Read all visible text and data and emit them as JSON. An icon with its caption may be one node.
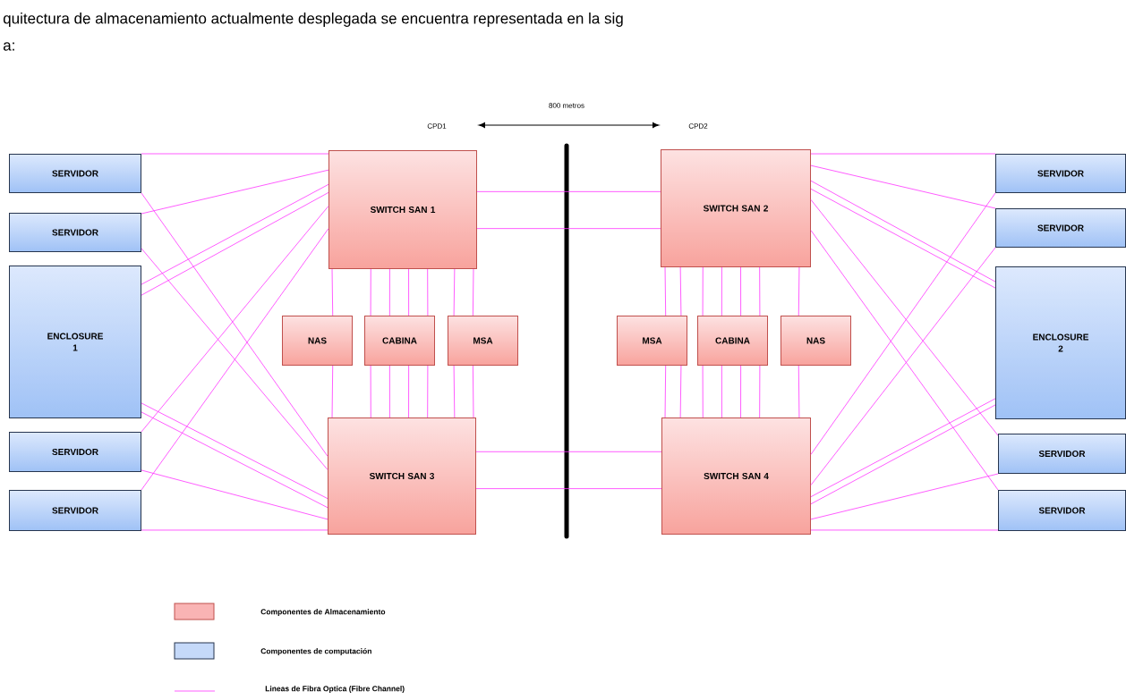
{
  "diagram": {
    "nodes": [
      {
        "text": [
          "SERVIDOR"
        ]
      },
      {
        "text": [
          "SERVIDOR"
        ]
      },
      {
        "text": [
          "ENCLOSURE 1"
        ]
      },
      {
        "text": [
          "SERVIDOR"
        ]
      },
      {
        "text": [
          "SERVIDOR"
        ]
      },
      {
        "text": [
          "SWITCH SAN 1"
        ]
      },
      {
        "text": [
          "SWITCH SAN 2"
        ]
      },
      {
        "text": [
          "NAS"
        ]
      },
      {
        "text": [
          "CABINA"
        ]
      },
      {
        "text": [
          "MSA"
        ]
      },
      {
        "text": [
          "MSA"
        ]
      },
      {
        "text": [
          "CABINA"
        ]
      },
      {
        "text": [
          "NAS"
        ]
      },
      {
        "text": [
          "SWITCH SAN 3"
        ]
      },
      {
        "text": [
          "SWITCH SAN 4"
        ]
      },
      {
        "text": [
          "SERVIDOR"
        ]
      },
      {
        "text": [
          "SERVIDOR"
        ]
      },
      {
        "text": [
          "ENCLOSURE 2"
        ]
      },
      {
        "text": [
          "SERVIDOR"
        ]
      },
      {
        "text": [
          "SERVIDOR"
        ]
      }
    ],
    "edges": [
      {
        "from": 0,
        "to": 5,
        "arrow": "none"
      },
      {
        "from": 0,
        "to": 13,
        "arrow": "none"
      },
      {
        "from": 1,
        "to": 5,
        "arrow": "none"
      },
      {
        "from": 1,
        "to": 13,
        "arrow": "none"
      },
      {
        "from": 2,
        "to": 5,
        "arrow": "none"
      },
      {
        "from": 2,
        "to": 5,
        "arrow": "none"
      },
      {
        "from": 2,
        "to": 13,
        "arrow": "none"
      },
      {
        "from": 2,
        "to": 13,
        "arrow": "none"
      },
      {
        "from": 3,
        "to": 5,
        "arrow": "none"
      },
      {
        "from": 3,
        "to": 13,
        "arrow": "none"
      },
      {
        "from": 4,
        "to": 5,
        "arrow": "none"
      },
      {
        "from": 4,
        "to": 13,
        "arrow": "none"
      },
      {
        "from": 5,
        "to": 6,
        "arrow": "none"
      },
      {
        "from": 5,
        "to": 6,
        "arrow": "none"
      },
      {
        "from": 13,
        "to": 14,
        "arrow": "none"
      },
      {
        "from": 13,
        "to": 14,
        "arrow": "none"
      },
      {
        "from": 5,
        "to": 7,
        "arrow": "none"
      },
      {
        "from": 7,
        "to": 13,
        "arrow": "none"
      },
      {
        "from": 5,
        "to": 8,
        "arrow": "none"
      },
      {
        "from": 5,
        "to": 8,
        "arrow": "none"
      },
      {
        "from": 5,
        "to": 8,
        "arrow": "none"
      },
      {
        "from": 5,
        "to": 8,
        "arrow": "none"
      },
      {
        "from": 8,
        "to": 13,
        "arrow": "none"
      },
      {
        "from": 8,
        "to": 13,
        "arrow": "none"
      },
      {
        "from": 8,
        "to": 13,
        "arrow": "none"
      },
      {
        "from": 8,
        "to": 13,
        "arrow": "none"
      },
      {
        "from": 5,
        "to": 9,
        "arrow": "none"
      },
      {
        "from": 5,
        "to": 9,
        "arrow": "none"
      },
      {
        "from": 9,
        "to": 13,
        "arrow": "none"
      },
      {
        "from": 9,
        "to": 13,
        "arrow": "none"
      },
      {
        "from": 6,
        "to": 10,
        "arrow": "none"
      },
      {
        "from": 6,
        "to": 10,
        "arrow": "none"
      },
      {
        "from": 10,
        "to": 14,
        "arrow": "none"
      },
      {
        "from": 10,
        "to": 14,
        "arrow": "none"
      },
      {
        "from": 6,
        "to": 11,
        "arrow": "none"
      },
      {
        "from": 6,
        "to": 11,
        "arrow": "none"
      },
      {
        "from": 6,
        "to": 11,
        "arrow": "none"
      },
      {
        "from": 6,
        "to": 11,
        "arrow": "none"
      },
      {
        "from": 11,
        "to": 14,
        "arrow": "none"
      },
      {
        "from": 11,
        "to": 14,
        "arrow": "none"
      },
      {
        "from": 11,
        "to": 14,
        "arrow": "none"
      },
      {
        "from": 11,
        "to": 14,
        "arrow": "none"
      },
      {
        "from": 6,
        "to": 12,
        "arrow": "none"
      },
      {
        "from": 12,
        "to": 14,
        "arrow": "none"
      },
      {
        "from": 6,
        "to": 15,
        "arrow": "none"
      },
      {
        "from": 6,
        "to": 16,
        "arrow": "none"
      },
      {
        "from": 6,
        "to": 17,
        "arrow": "none"
      },
      {
        "from": 6,
        "to": 17,
        "arrow": "none"
      },
      {
        "from": 6,
        "to": 18,
        "arrow": "none"
      },
      {
        "from": 6,
        "to": 19,
        "arrow": "none"
      },
      {
        "from": 14,
        "to": 15,
        "arrow": "none"
      },
      {
        "from": 14,
        "to": 16,
        "arrow": "none"
      },
      {
        "from": 14,
        "to": 17,
        "arrow": "none"
      },
      {
        "from": 14,
        "to": 17,
        "arrow": "none"
      },
      {
        "from": 14,
        "to": 18,
        "arrow": "none"
      },
      {
        "from": 14,
        "to": 19,
        "arrow": "none"
      }
    ],
    "labels": [
      "quitectura de almacenamiento actualmente desplegada se encuentra representada en la sig",
      "a:",
      "800 metros",
      "CPD1",
      "CPD2"
    ],
    "legend": [
      {
        "text": "Componentes de Almacenamiento",
        "color": "#f9b4b4"
      },
      {
        "text": "Componentes de computación",
        "color": "#c5d9f9"
      },
      {
        "text": "Lineas de Fibra Optica (Fibre Channel)"
      }
    ]
  }
}
